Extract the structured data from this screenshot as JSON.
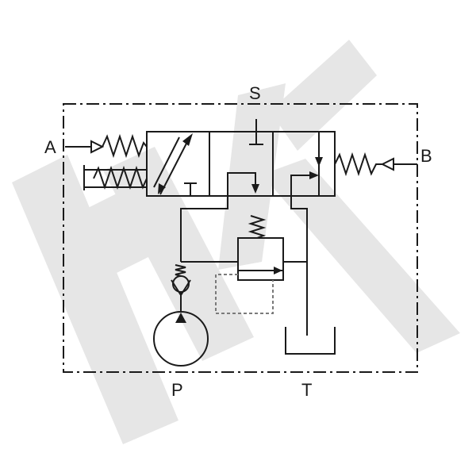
{
  "diagram": {
    "labels": {
      "a": "A",
      "b": "B",
      "s": "S",
      "p": "P",
      "t": "T"
    },
    "colors": {
      "line": "#1a1a1a",
      "watermark": "#e6e6e6",
      "pilot": "#7a7a7a",
      "background": "#ffffff"
    },
    "watermark_icon": "hk-logo-watermark"
  }
}
